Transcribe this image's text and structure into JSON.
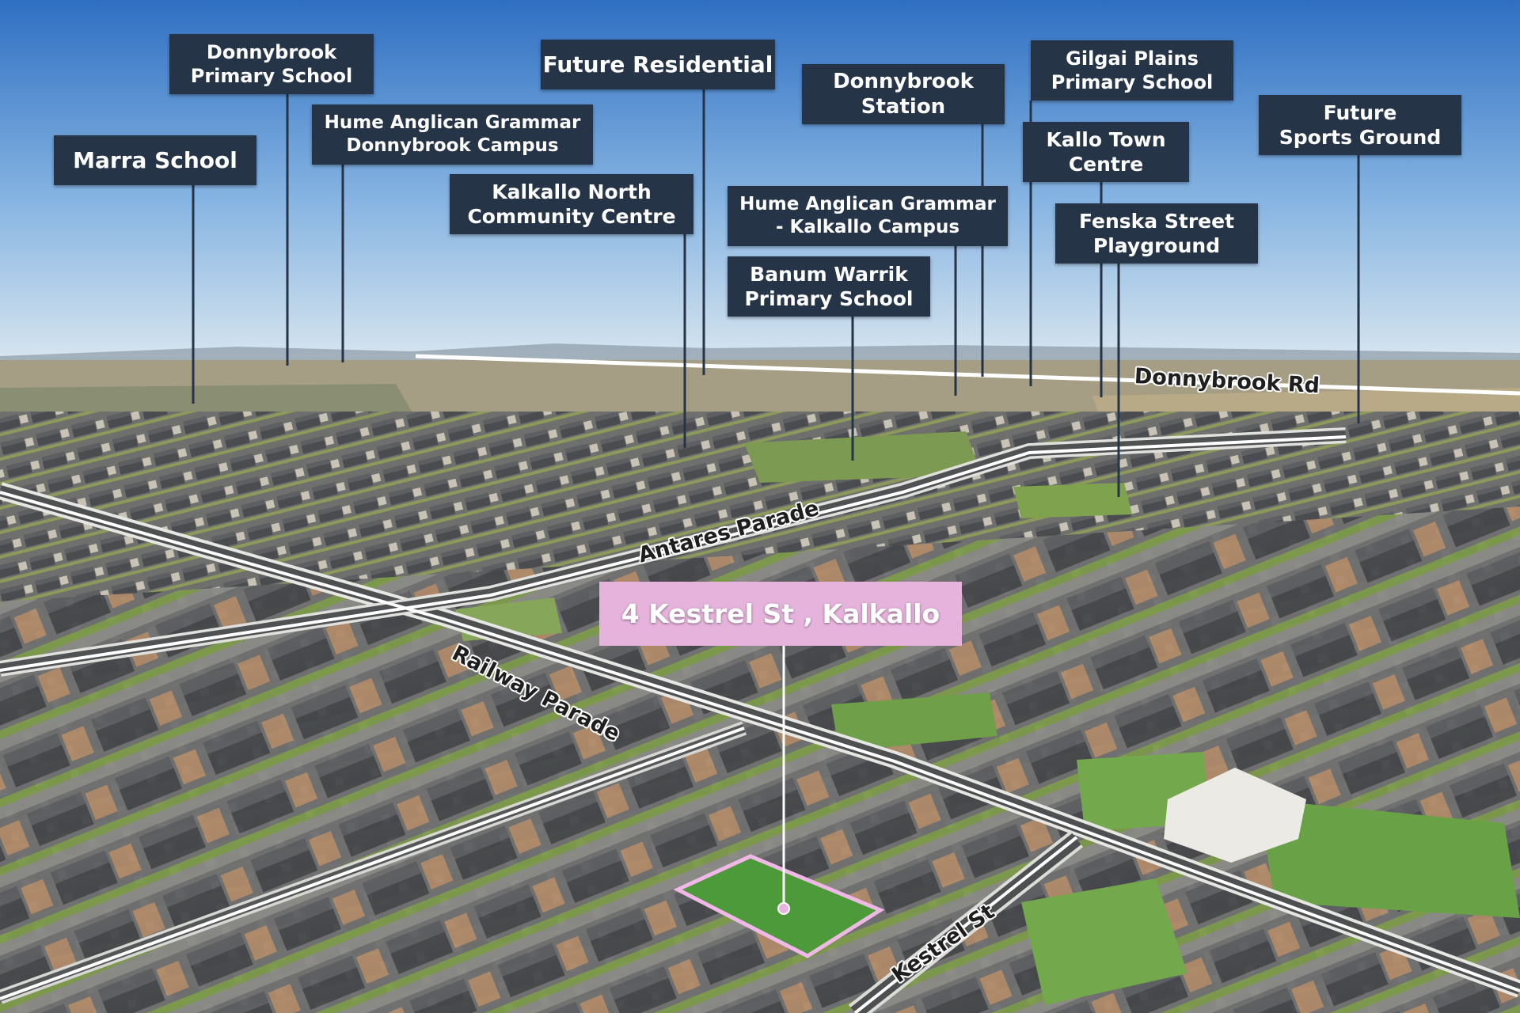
{
  "labels": {
    "marra": "Marra School",
    "donnybrook_primary": [
      "Donnybrook",
      "Primary School"
    ],
    "hume_donnybrook": [
      "Hume Anglican Grammar",
      "Donnybrook Campus"
    ],
    "future_residential": "Future Residential",
    "kalkallo_north": [
      "Kalkallo North",
      "Community Centre"
    ],
    "donnybrook_station": [
      "Donnybrook",
      "Station"
    ],
    "hume_kalkallo": [
      "Hume Anglican Grammar",
      "- Kalkallo Campus"
    ],
    "banum_warrik": [
      "Banum Warrik",
      "Primary School"
    ],
    "gilgai_plains": [
      "Gilgai Plains",
      "Primary School"
    ],
    "kallo_town": [
      "Kallo Town",
      "Centre"
    ],
    "fenska": [
      "Fenska Street",
      "Playground"
    ],
    "future_sports": [
      "Future",
      "Sports Ground"
    ]
  },
  "property": "4 Kestrel St , Kalkallo",
  "roads": {
    "donnybrook_rd": "Donnybrook Rd",
    "antares": "Antares Parade",
    "railway": "Railway Parade",
    "kestrel": "Kestrel St"
  },
  "colors": {
    "label_bg": "#253447",
    "property_bg": "#e6b3dc",
    "lot_outline": "#f0b8e6"
  }
}
